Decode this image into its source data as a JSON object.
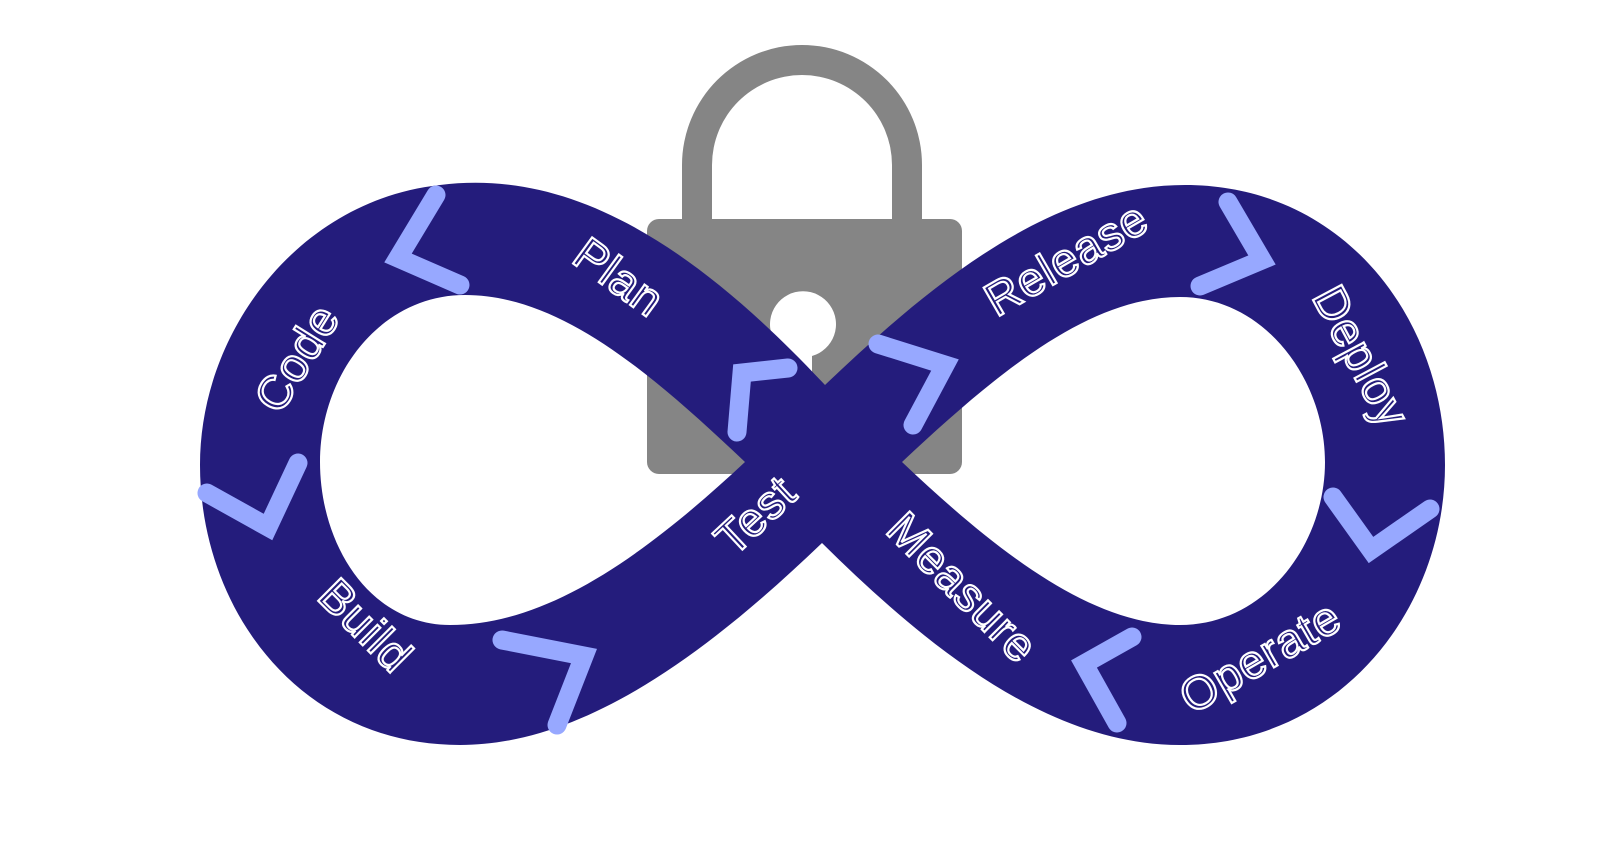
{
  "colors": {
    "loop": "#241c7c",
    "arrow": "#97a8ff",
    "lock": "#858585",
    "label": "#ffffff",
    "background": "#ffffff"
  },
  "icons": {
    "center": "padlock-icon",
    "loop": "infinity-loop",
    "direction": "chevron-arrow-icon"
  },
  "stages": [
    {
      "id": "plan",
      "label": "Plan"
    },
    {
      "id": "code",
      "label": "Code"
    },
    {
      "id": "build",
      "label": "Build"
    },
    {
      "id": "test",
      "label": "Test"
    },
    {
      "id": "release",
      "label": "Release"
    },
    {
      "id": "deploy",
      "label": "Deploy"
    },
    {
      "id": "operate",
      "label": "Operate"
    },
    {
      "id": "measure",
      "label": "Measure"
    }
  ]
}
